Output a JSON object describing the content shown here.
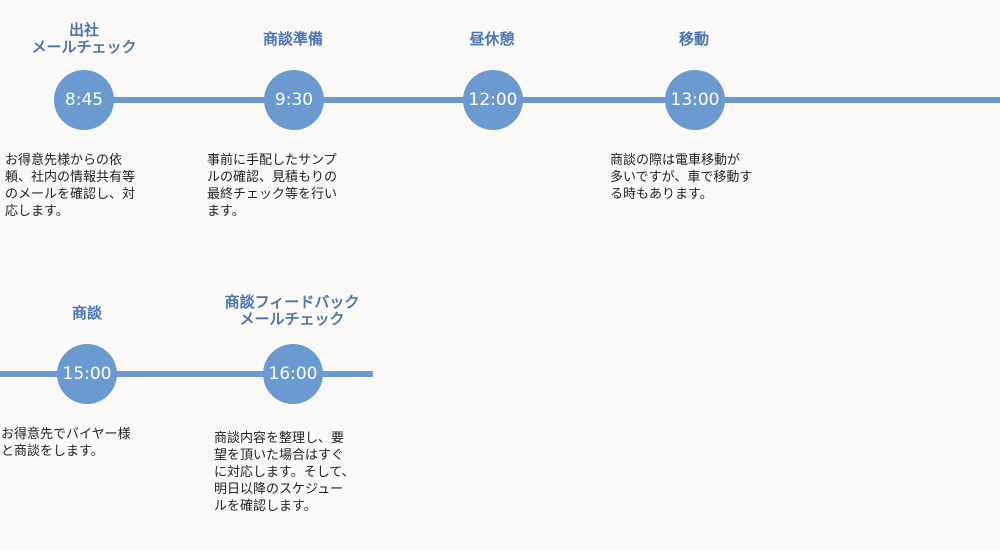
{
  "timeline": {
    "items": [
      {
        "time": "8:45",
        "title_lines": [
          "出社",
          "メールチェック"
        ],
        "desc_lines": [
          "お得意先様からの依",
          "頼、社内の情報共有等",
          "のメールを確認し、対",
          "応します。"
        ]
      },
      {
        "time": "9:30",
        "title_lines": [
          "商談準備"
        ],
        "desc_lines": [
          "事前に手配したサンプ",
          "ルの確認、見積もりの",
          "最終チェック等を行い",
          "ます。"
        ]
      },
      {
        "time": "12:00",
        "title_lines": [
          "昼休憩"
        ],
        "desc_lines": []
      },
      {
        "time": "13:00",
        "title_lines": [
          "移動"
        ],
        "desc_lines": [
          "商談の際は電車移動が",
          "多いですが、車で移動す",
          "る時もあります。"
        ]
      },
      {
        "time": "15:00",
        "title_lines": [
          "商談"
        ],
        "desc_lines": [
          "お得意先でバイヤー様",
          "と商談をします。"
        ]
      },
      {
        "time": "16:00",
        "title_lines": [
          "商談フィードバック",
          "メールチェック"
        ],
        "desc_lines": [
          "商談内容を整理し、要",
          "望を頂いた場合はすぐ",
          "に対応します。そして、",
          "明日以降のスケジュー",
          "ルを確認します。"
        ]
      }
    ]
  },
  "colors": {
    "accent": "#6b9ad0",
    "title": "#4a76b2",
    "text": "#222222",
    "background": "#faf9f8"
  }
}
